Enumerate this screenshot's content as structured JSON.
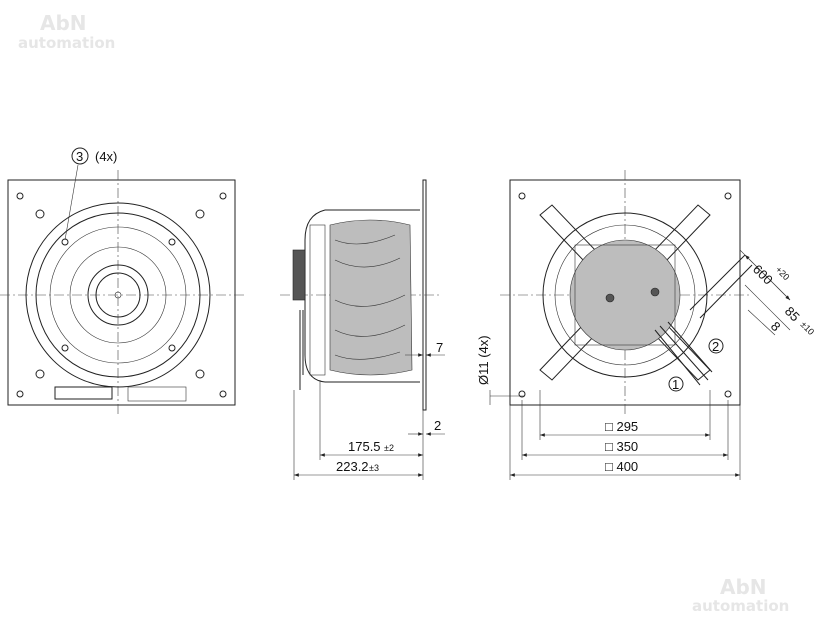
{
  "watermark": {
    "line1": "AbN",
    "line2": "automation"
  },
  "front_view": {
    "callout_number": "3",
    "callout_qty": "(4x)"
  },
  "side_view": {
    "dim_flange_offset": "7",
    "dim_plate_thickness": "2",
    "dim_depth_1": "175.5",
    "dim_depth_1_tol": "±2",
    "dim_depth_2": "223.2",
    "dim_depth_2_tol": "±3"
  },
  "rear_view": {
    "hole_dim": "Ø11 (4x)",
    "cable_length": "600",
    "cable_length_tol": "+20",
    "strip_length": "85",
    "strip_length_tol": "±10",
    "wire_strip": "8",
    "callout_1": "1",
    "callout_2": "2",
    "dim_295": "□ 295",
    "dim_350": "□ 350",
    "dim_400": "□ 400"
  }
}
